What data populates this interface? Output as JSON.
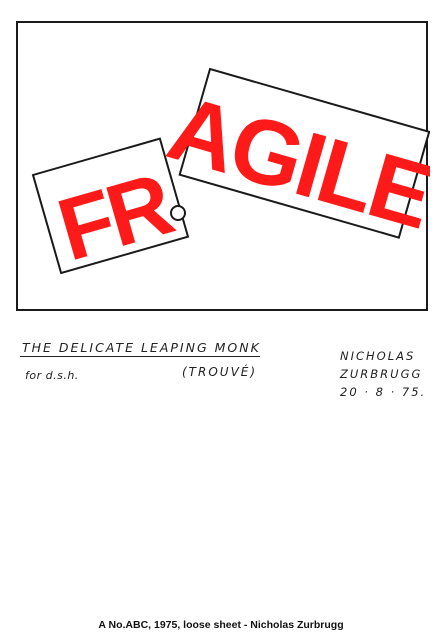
{
  "artwork": {
    "left_sign_text": "FR",
    "right_sign_text": "AGILE",
    "ink_color": "#1a1a1a",
    "sign_color": "#ff1a1a"
  },
  "notes": {
    "title": "THE DELICATE LEAPING MONK",
    "dedication": "for d.s.h.",
    "subtitle": "(TROUVÉ)",
    "author_name": "NICHOLAS",
    "author_surname": "ZURBRUGG",
    "date": "20 · 8 · 75."
  },
  "caption": "A No.ABC, 1975, loose sheet - Nicholas Zurbrugg"
}
